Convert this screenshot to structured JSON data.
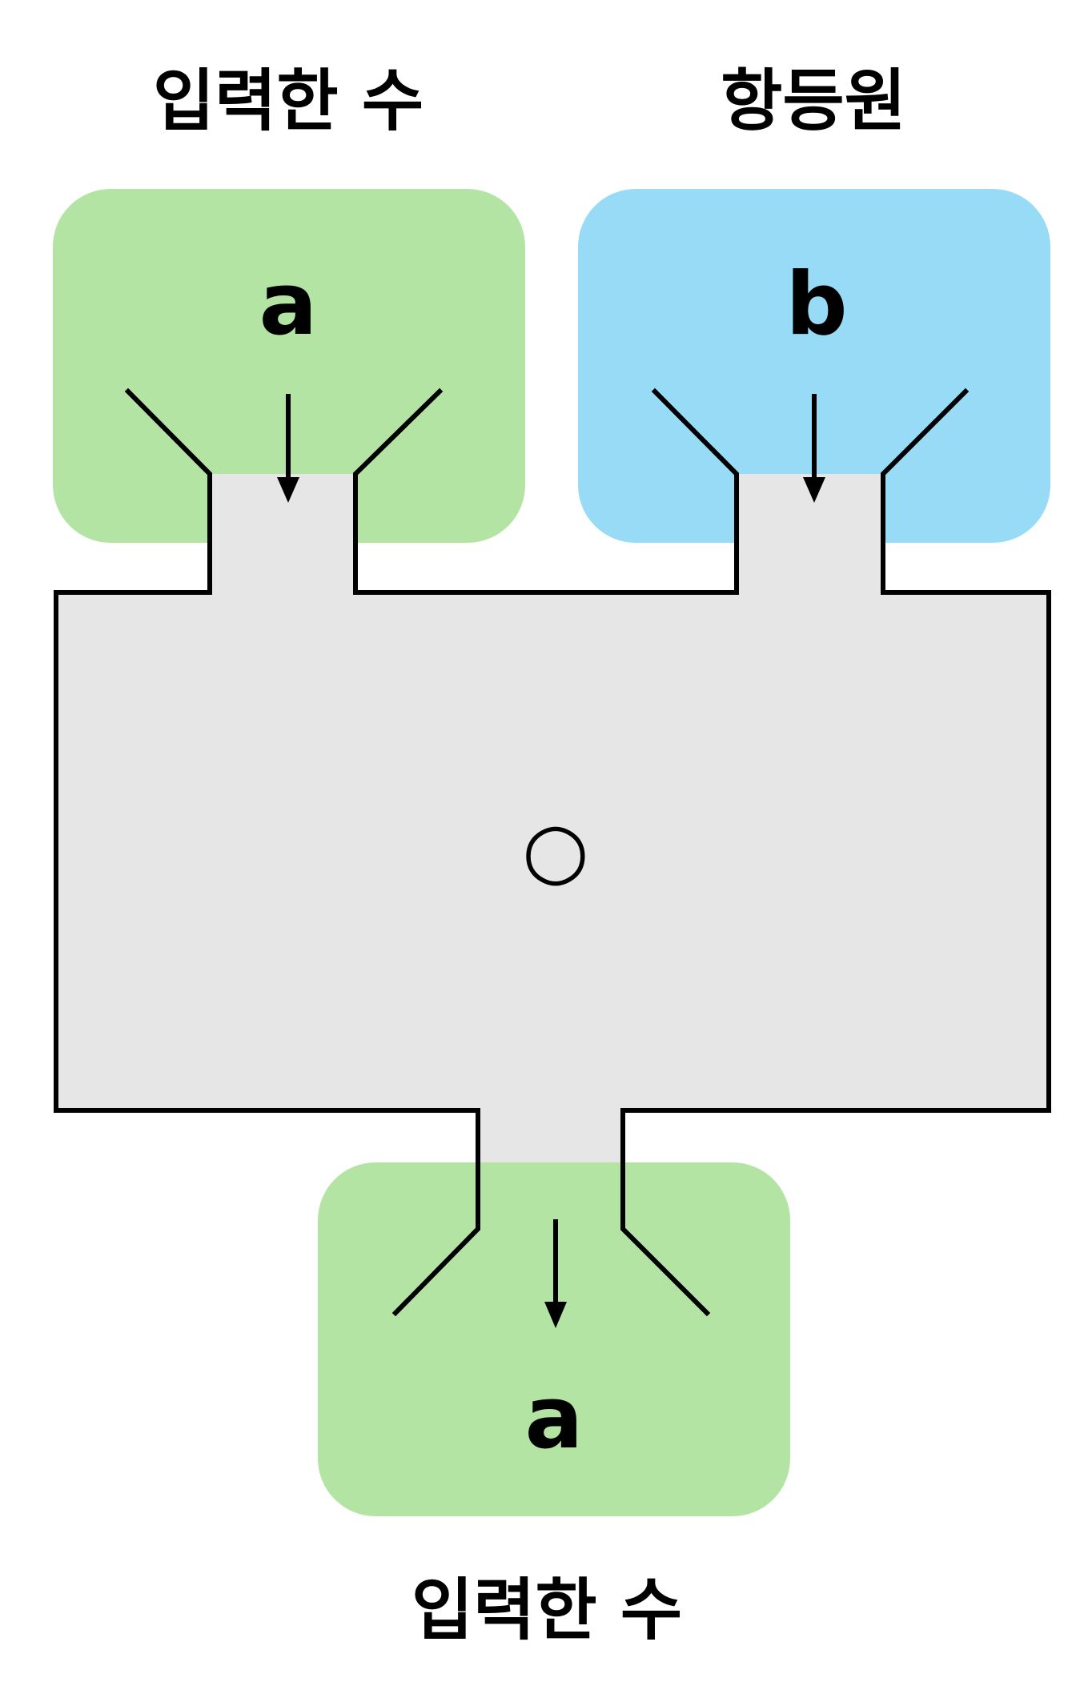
{
  "captions": {
    "input_top": "입력한 수",
    "identity_top": "항등원",
    "output_bottom": "입력한 수"
  },
  "boxes": {
    "input": {
      "symbol": "a",
      "color": "#b4e4a4"
    },
    "identity": {
      "symbol": "b",
      "color": "#97dbf7"
    },
    "output": {
      "symbol": "a",
      "color": "#b4e4a4"
    }
  },
  "machine": {
    "operator": "○",
    "color": "#e6e6e6"
  }
}
